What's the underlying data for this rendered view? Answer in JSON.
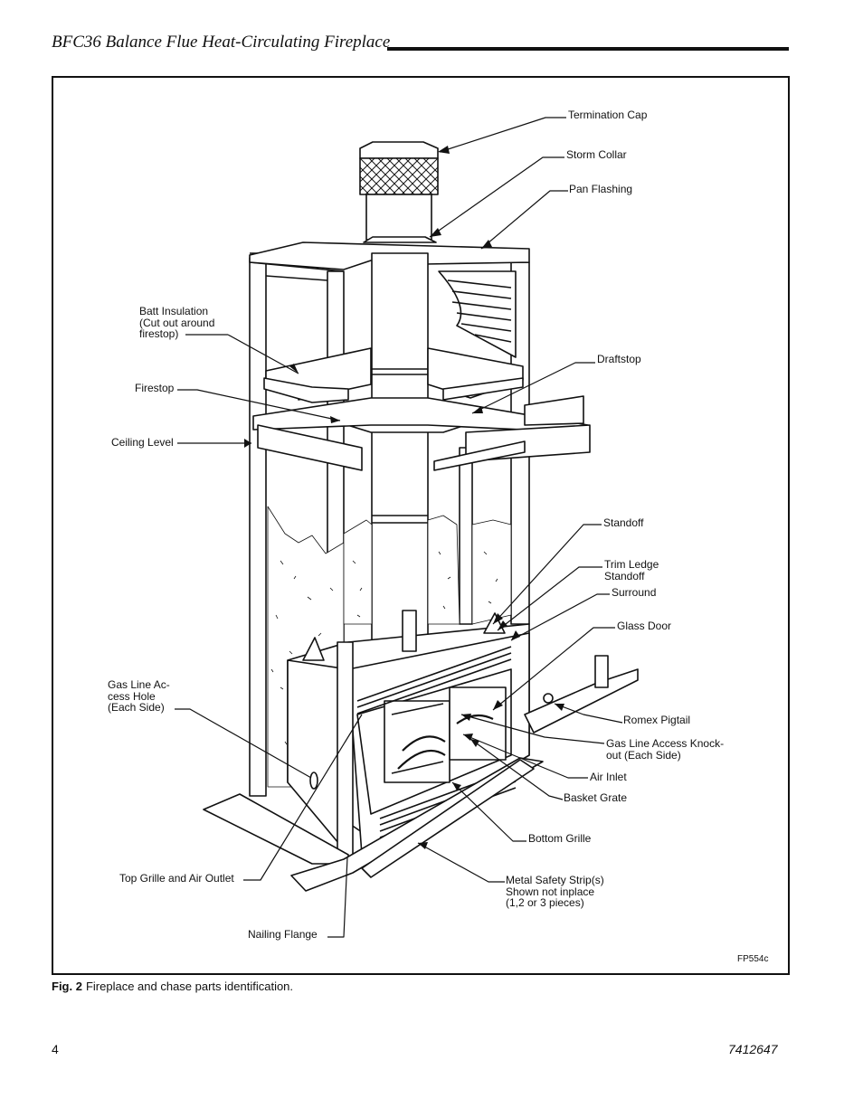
{
  "header": {
    "title": "BFC36 Balance Flue Heat-Circulating Fireplace"
  },
  "figure": {
    "code": "FP554c",
    "caption_label": "Fig. 2",
    "caption_text": "Fireplace and chase parts identification.",
    "labels": {
      "termination_cap": "Termination Cap",
      "storm_collar": "Storm Collar",
      "pan_flashing": "Pan Flashing",
      "batt_insulation": "Batt Insulation\n(Cut out around\nfirestop)",
      "draftstop": "Draftstop",
      "firestop": "Firestop",
      "ceiling_level": "Ceiling Level",
      "standoff": "Standoff",
      "trim_ledge_standoff": "Trim Ledge\nStandoff",
      "surround": "Surround",
      "glass_door": "Glass Door",
      "gas_line_access_hole": "Gas Line Ac-\ncess Hole\n(Each Side)",
      "romex_pigtail": "Romex Pigtail",
      "gas_line_knockout": "Gas Line Access Knock-\nout (Each Side)",
      "air_inlet": "Air Inlet",
      "basket_grate": "Basket Grate",
      "bottom_grille": "Bottom Grille",
      "top_grille": "Top Grille and Air Outlet",
      "metal_safety_strip": "Metal Safety Strip(s)\nShown not inplace\n(1,2 or 3 pieces)",
      "nailing_flange": "Nailing Flange"
    }
  },
  "footer": {
    "page_number": "4",
    "document_number": "7412647"
  }
}
